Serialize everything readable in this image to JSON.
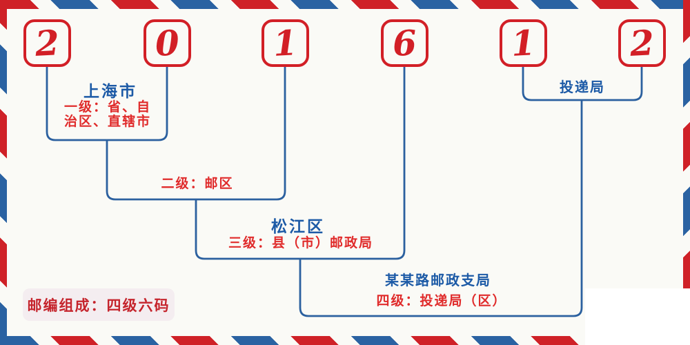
{
  "postal_code": {
    "digits": [
      "2",
      "0",
      "1",
      "6",
      "1",
      "2"
    ]
  },
  "annotations": {
    "level1": {
      "place": "上海市",
      "desc_line1": "一级：省、自",
      "desc_line2": "治区、直辖市"
    },
    "level2": {
      "desc": "二级：邮区"
    },
    "level3": {
      "place": "松江区",
      "desc": "三级：县（市）邮政局"
    },
    "level4": {
      "place": "某某路邮政支局",
      "desc": "四级：投递局（区）"
    },
    "delivery": {
      "label": "投递局"
    }
  },
  "badge": {
    "text": "邮编组成：四级六码"
  },
  "colors": {
    "background": "#fafaf6",
    "stripe_red": "#cf2127",
    "stripe_blue": "#2a62a2",
    "digit_box_red": "#d21f26",
    "connector_blue": "#2b609f",
    "text_blue": "#1c5aa6",
    "text_red": "#e02b2b",
    "badge_background": "#f4edf0",
    "badge_text": "#c5242c"
  }
}
